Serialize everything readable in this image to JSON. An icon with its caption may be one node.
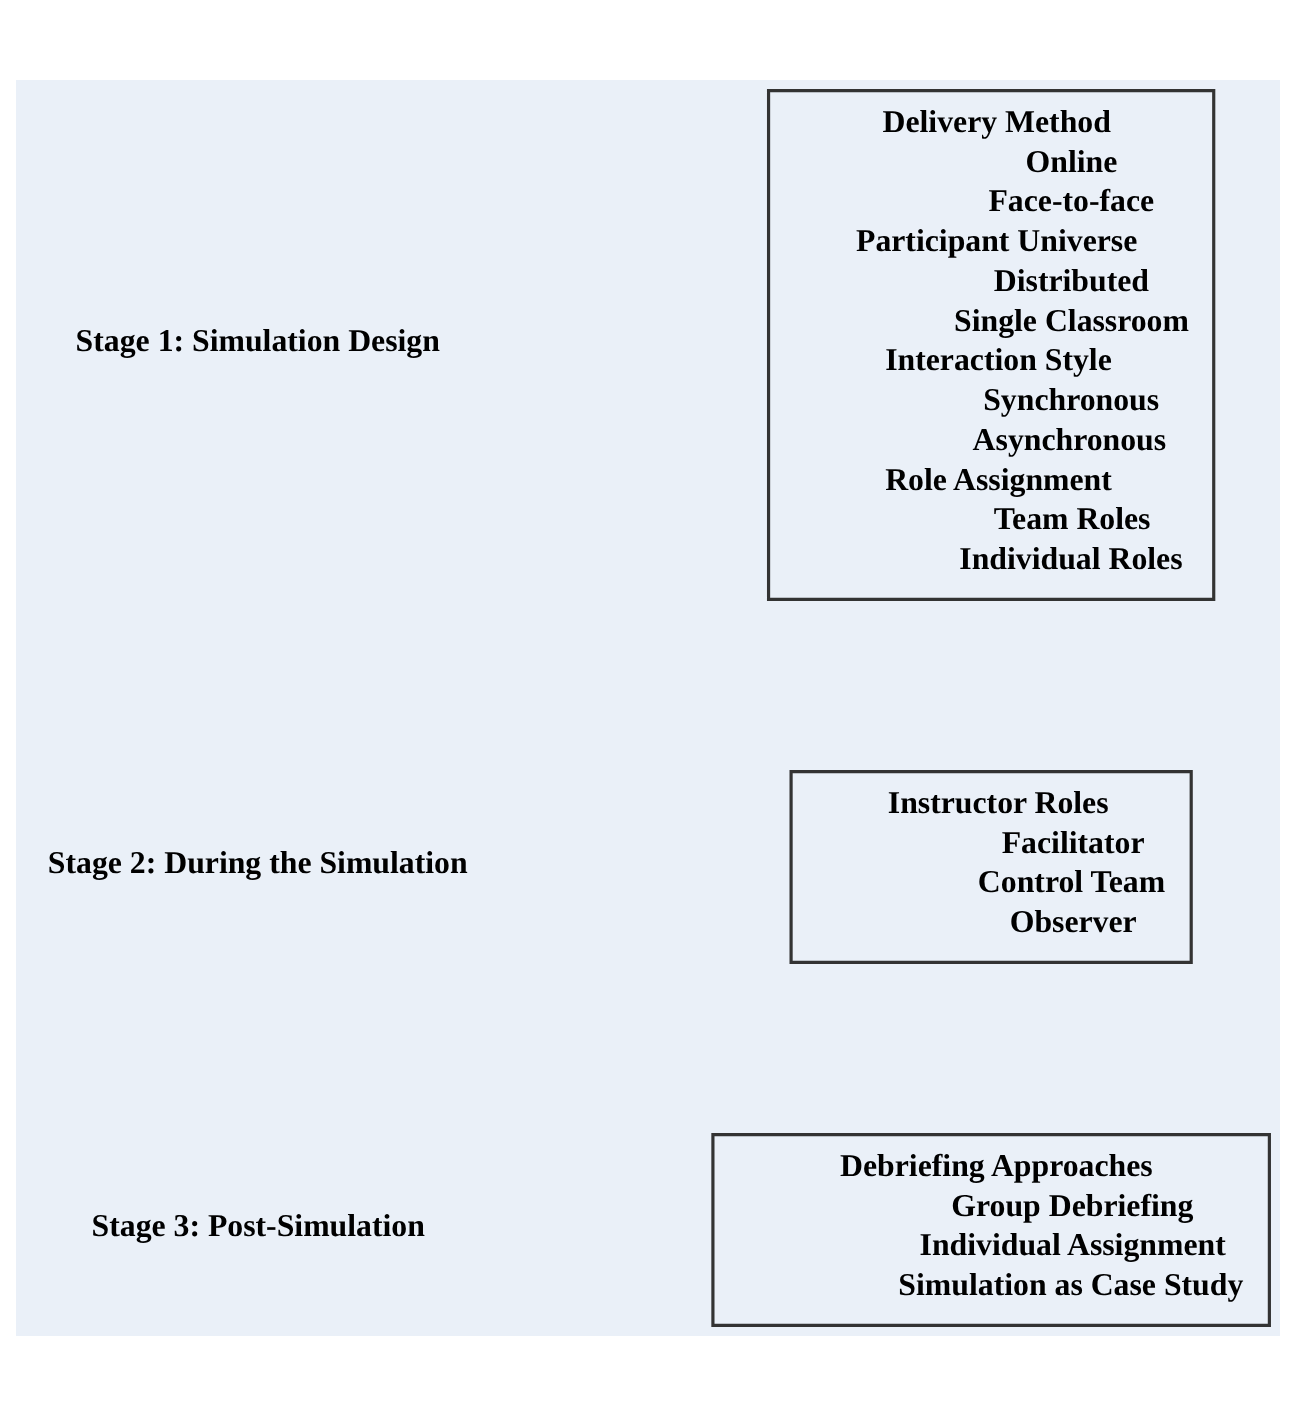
{
  "diagram": {
    "nodes": [
      {
        "text": [
          "Delivery Method",
          "Online",
          "Face-to-face",
          "Participant Universe",
          "Distributed",
          "Single Classroom",
          "Interaction Style",
          "Synchronous",
          "Asynchronous",
          "Role Assignment",
          "Team Roles",
          "Individual Roles"
        ]
      },
      {
        "text": [
          "Instructor Roles",
          "Facilitator",
          "Control Team",
          "Observer"
        ]
      },
      {
        "text": [
          "Debriefing Approaches",
          "Group Debriefing",
          "Individual Assignment",
          "Simulation as Case Study"
        ]
      }
    ],
    "edges": [],
    "labels": [
      "Stage 1: Simulation Design",
      "Stage 2: During the Simulation",
      "Stage 3: Post-Simulation"
    ]
  }
}
